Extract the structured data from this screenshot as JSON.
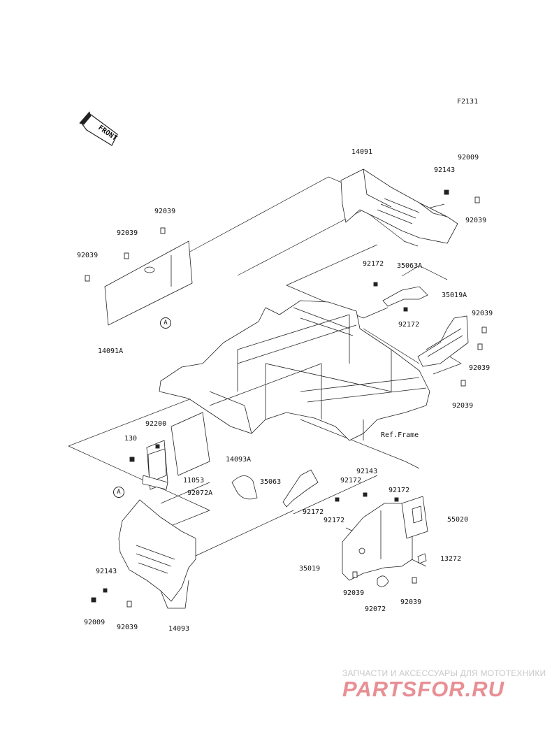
{
  "figure_code": "F2131",
  "front_badge": "FRONT",
  "ref_frame_label": "Ref.Frame",
  "callout_a": "A",
  "parts": {
    "p14091": "14091",
    "p92009_top": "92009",
    "p92143_top": "92143",
    "p92039_top_right": "92039",
    "p92039_left1": "92039",
    "p92039_left2": "92039",
    "p92039_left3": "92039",
    "p14091A": "14091A",
    "p92172_a": "92172",
    "p35063A": "35063A",
    "p92172_b": "92172",
    "p35019A": "35019A",
    "p92039_r1": "92039",
    "p92039_r2": "92039",
    "p92039_r3": "92039",
    "p92200": "92200",
    "p130": "130",
    "p14093A": "14093A",
    "p11053": "11053",
    "p92072A": "92072A",
    "p35063": "35063",
    "p92143_mid": "92143",
    "p92172_c": "92172",
    "p92172_d": "92172",
    "p92172_e": "92172",
    "p92172_f": "92172",
    "p55020": "55020",
    "p13272": "13272",
    "p35019": "35019",
    "p92039_b1": "92039",
    "p92039_b2": "92039",
    "p92072": "92072",
    "p92143_bl": "92143",
    "p92009_bl": "92009",
    "p92039_bl": "92039",
    "p14093": "14093"
  },
  "watermark": {
    "tagline": "ЗАПЧАСТИ И АКСЕССУАРЫ ДЛЯ МОТОТЕХНИКИ",
    "brand": "PARTSFOR.RU"
  },
  "colors": {
    "line": "#222222",
    "watermark_brand": "#e88f94",
    "watermark_text": "#c9c9c9"
  }
}
